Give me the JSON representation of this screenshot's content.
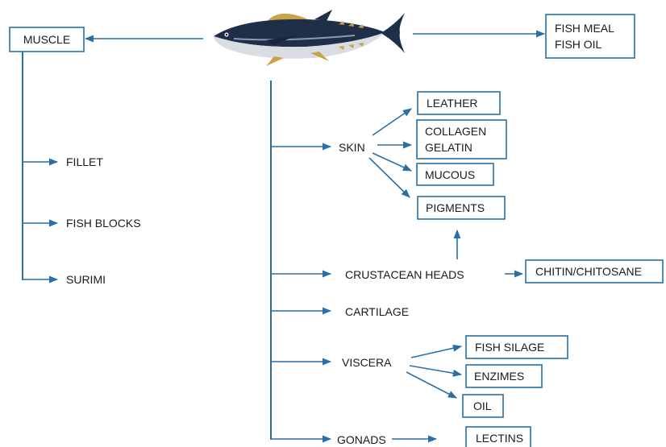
{
  "diagram": {
    "muscle": "MUSCLE",
    "fish_meal": "FISH MEAL",
    "fish_oil": "FISH OIL",
    "fillet": "FILLET",
    "fish_blocks": "FISH BLOCKS",
    "surimi": "SURIMI",
    "skin": "SKIN",
    "leather": "LEATHER",
    "collagen": "COLLAGEN",
    "gelatin": "GELATIN",
    "mucous": "MUCOUS",
    "pigments": "PIGMENTS",
    "crustacean_heads": "CRUSTACEAN HEADS",
    "chitin": "CHITIN/CHITOSANE",
    "cartilage": "CARTILAGE",
    "viscera": "VISCERA",
    "fish_silage": "FISH SILAGE",
    "enzimes": "ENZIMES",
    "oil": "OIL",
    "gonads": "GONADS",
    "lectins": "LECTINS"
  },
  "colors": {
    "arrow": "#2a6fa6",
    "box_border": "#2a6fa6",
    "text": "#1a1a1a",
    "fish_back": "#1f2f4a",
    "fish_belly": "#d9dde2",
    "fish_fin": "#c9a24a"
  }
}
